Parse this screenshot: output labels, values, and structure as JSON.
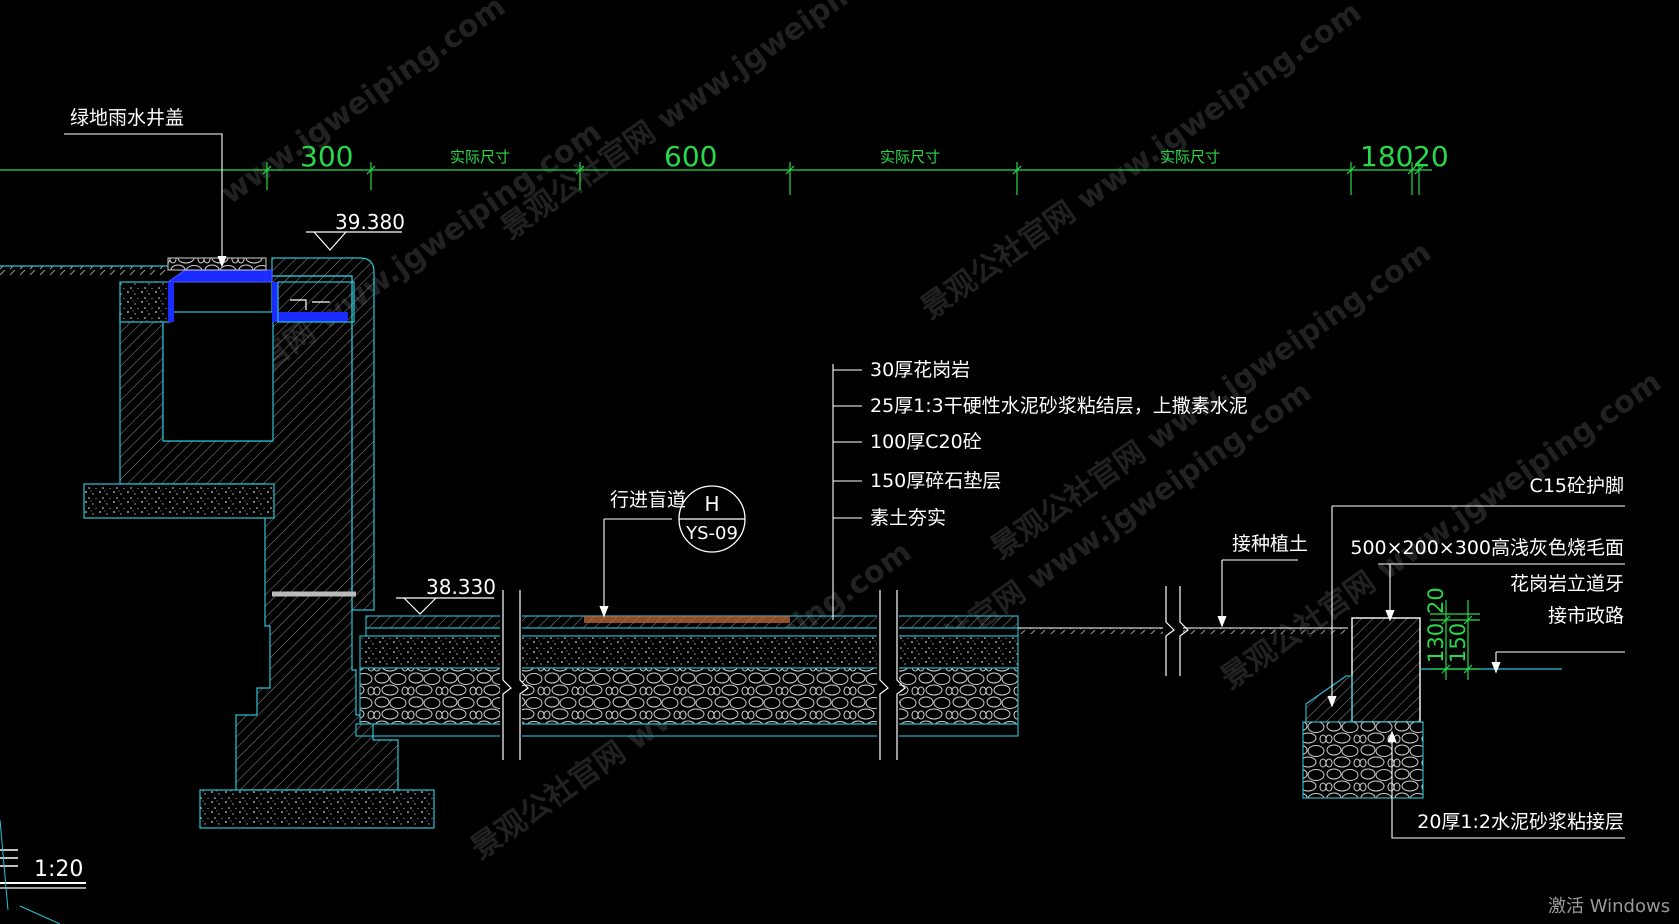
{
  "labels": {
    "green_well_cover": "绿地雨水井盖",
    "elev_top": "39.380",
    "elev_low": "38.330",
    "blind_path": "行进盲道",
    "detail_letter": "H",
    "detail_sheet": "YS-09",
    "planting_soil": "接种植土",
    "c15_curb_footing": "C15砼护脚",
    "curb_spec": "500×200×300高浅灰色烧毛面",
    "granite_curb": "花岗岩立道牙",
    "to_road": "接市政路",
    "mortar_bed": "20厚1:2水泥砂浆粘接层",
    "scale": "1:20",
    "activate_windows": "激活 Windows"
  },
  "layers": [
    "30厚花岗岩",
    "25厚1:3干硬性水泥砂浆粘结层，上撒素水泥",
    "100厚C20砼",
    "150厚碎石垫层",
    "素土夯实"
  ],
  "dimensions": {
    "top": [
      "300",
      "实际尺寸",
      "600",
      "实际尺寸",
      "实际尺寸",
      "180",
      "20"
    ],
    "curb": [
      "130",
      "20",
      "150"
    ]
  },
  "watermark": {
    "text": "景观公社官网 www.jgweiping.com",
    "short": "www.jgweiping.com"
  },
  "colors": {
    "background": "#000000",
    "outline": "#27c4d6",
    "dimension": "#27d94a",
    "text": "#ffffff",
    "hatch": "#9a9a9a",
    "grate": "#1a2cff",
    "paver": "#c06a3a"
  }
}
